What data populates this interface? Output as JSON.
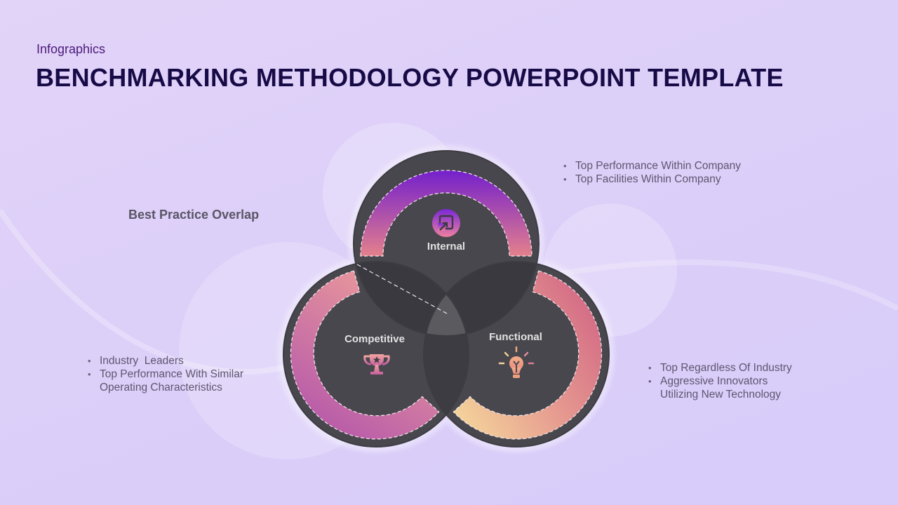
{
  "header": {
    "subtitle": "Infographics",
    "title": "BENCHMARKING METHODOLOGY POWERPOINT TEMPLATE"
  },
  "overlap_label": "Best Practice Overlap",
  "circles": [
    {
      "id": "internal",
      "label": "Internal",
      "icon": "expand-arrow-icon",
      "gradient": [
        "#7a22cc",
        "#e07a8e"
      ],
      "bullets": [
        "Top Performance Within Company",
        "Top Facilities Within Company"
      ]
    },
    {
      "id": "competitive",
      "label": "Competitive",
      "icon": "trophy-icon",
      "gradient": [
        "#b85aaa",
        "#ee9a98"
      ],
      "bullets": [
        "Industry  Leaders",
        "Top Performance With Similar Operating Characteristics"
      ]
    },
    {
      "id": "functional",
      "label": "Functional",
      "icon": "lightbulb-icon",
      "gradient": [
        "#f5d89a",
        "#d86c86"
      ],
      "bullets": [
        "Top Regardless Of Industry",
        "Aggressive Innovators Utilizing New Technology"
      ]
    }
  ],
  "colors": {
    "title": "#170b47",
    "subtitle": "#4a1a7a",
    "circle_body": "#48474d",
    "circle_border": "#3d3c41",
    "overlap_center": "#5b5a5e",
    "bullet_text": "#5e5670"
  }
}
